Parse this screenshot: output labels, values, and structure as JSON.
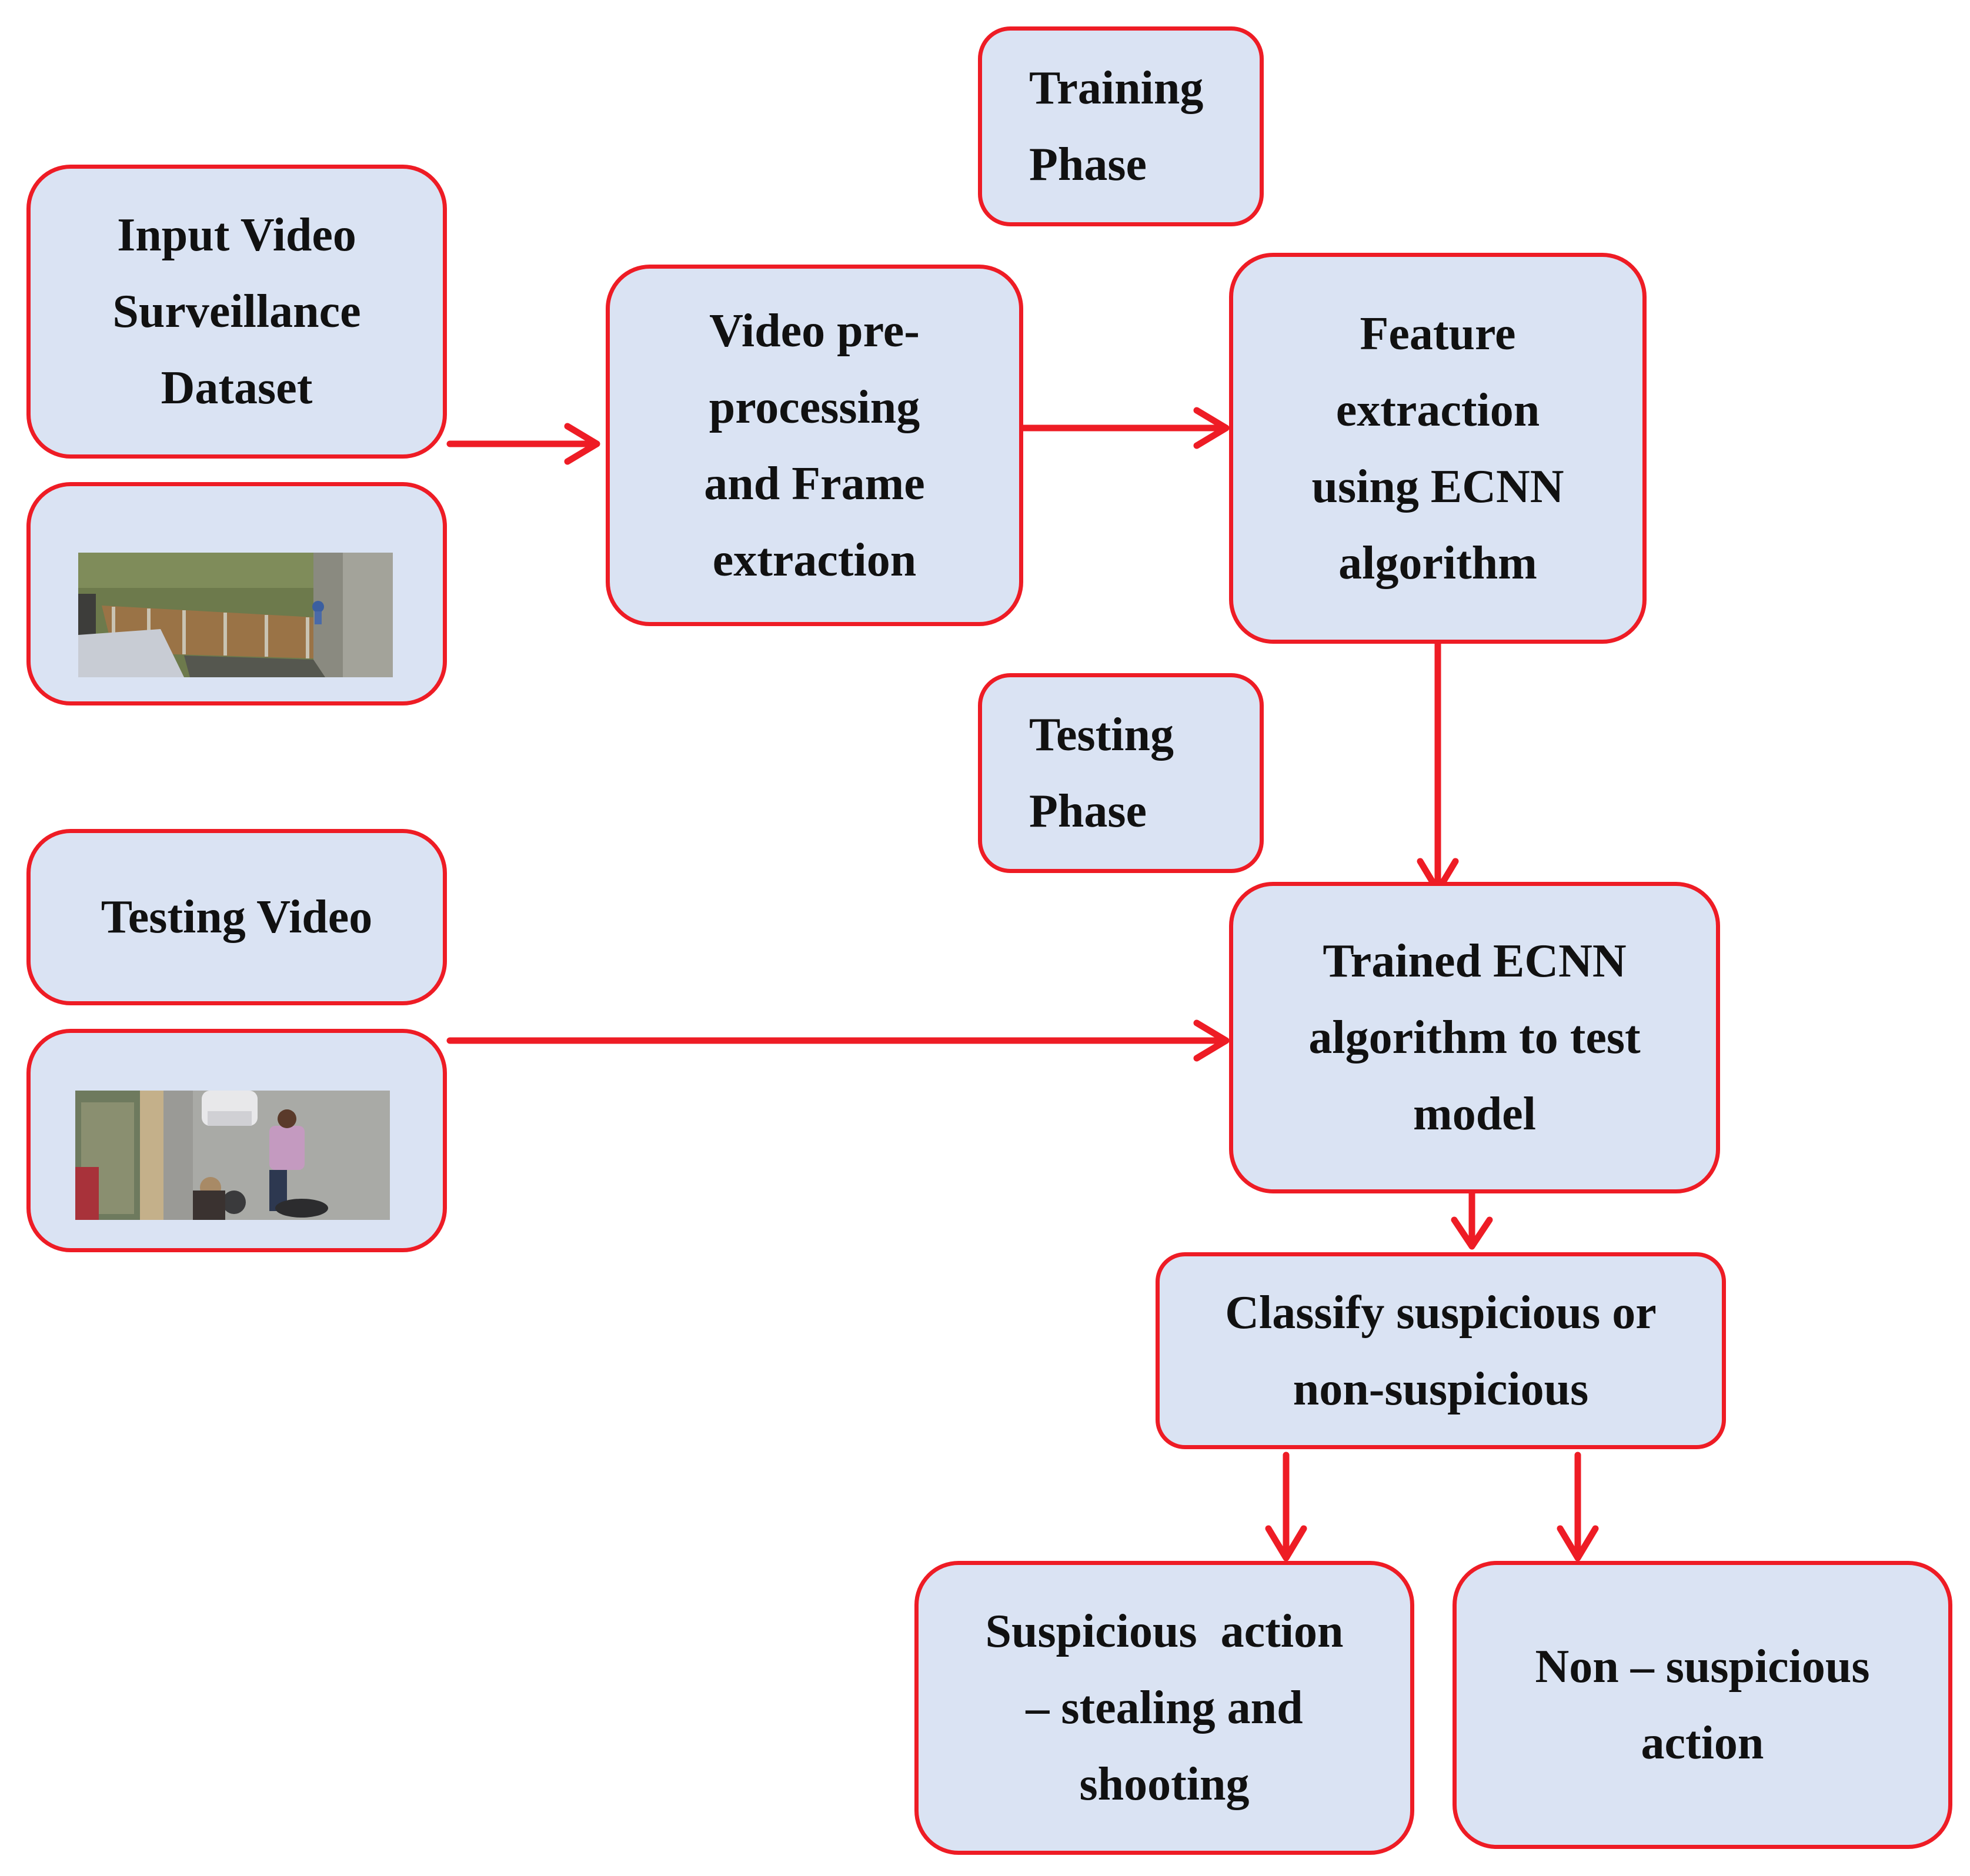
{
  "colors": {
    "box_fill": "#dae3f3",
    "box_border": "#ee1c25",
    "arrow": "#ee1c25"
  },
  "labels": {
    "training_phase_line1": "Training",
    "training_phase_line2": "Phase",
    "testing_phase_line1": "Testing",
    "testing_phase_line2": "Phase",
    "input_line1": "Input Video",
    "input_line2": "Surveillance",
    "input_line3": "Dataset",
    "preprocess_line1": "Video pre-",
    "preprocess_line2": "processing",
    "preprocess_line3": "and Frame",
    "preprocess_line4": "extraction",
    "feature_line1": "Feature",
    "feature_line2": "extraction",
    "feature_line3": "using ECNN",
    "feature_line4": "algorithm",
    "testing_video": "Testing Video",
    "trained_line1": "Trained ECNN",
    "trained_line2": "algorithm to test",
    "trained_line3": "model",
    "classify_line1": "Classify suspicious or",
    "classify_line2": "non-suspicious",
    "suspicious_line1": "Suspicious  action",
    "suspicious_line2": "– stealing and",
    "suspicious_line3": "shooting",
    "non_suspicious_line1": "Non – suspicious",
    "non_suspicious_line2": "action"
  }
}
